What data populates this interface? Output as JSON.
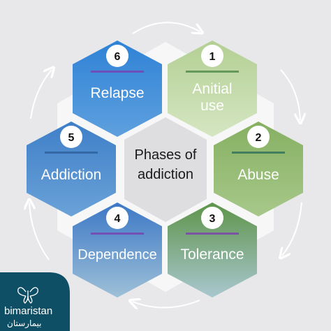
{
  "title": "Phases of addiction",
  "center": {
    "line1": "Phases of",
    "line2": "addiction"
  },
  "phases": [
    {
      "number": "1",
      "line1": "Anitial",
      "line2": "use",
      "color": "#b9d29c"
    },
    {
      "number": "2",
      "line1": "Abuse",
      "line2": "",
      "color": "#8db56b"
    },
    {
      "number": "3",
      "line1": "Tolerance",
      "line2": "",
      "color": "#6f9f5a"
    },
    {
      "number": "4",
      "line1": "Dependence",
      "line2": "",
      "color": "#4f86c6"
    },
    {
      "number": "5",
      "line1": "Addiction",
      "line2": "",
      "color": "#4a86c8"
    },
    {
      "number": "6",
      "line1": "Relapse",
      "line2": "",
      "color": "#3a87d2"
    }
  ],
  "brand": {
    "name_en": "bimaristan",
    "name_ar": "بيمارستان",
    "color": "#0f4f66"
  },
  "colors": {
    "background": "#e8e8ea",
    "center_hex": "#e0e0e3",
    "arrows": "#ffffff"
  },
  "icons": {
    "badge": "number-circle",
    "arrow": "curved-arrow",
    "logo": "butterfly-icon"
  }
}
